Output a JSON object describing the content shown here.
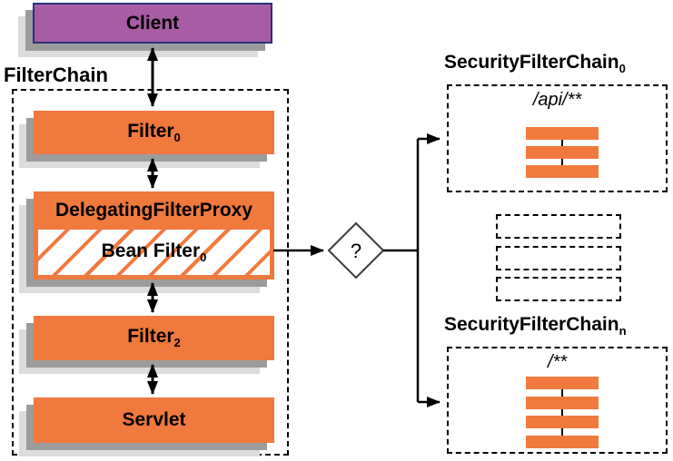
{
  "colors": {
    "orange": "#F0793D",
    "client_fill": "#A85CA3",
    "client_border": "#28327E",
    "shadow_dark": "#9C9C9C",
    "shadow_light": "#DCDCDC"
  },
  "client": {
    "label": "Client"
  },
  "filter_chain": {
    "title": "FilterChain"
  },
  "boxes": {
    "filter0": {
      "label": "Filter",
      "sub": "0"
    },
    "delegating_filter_proxy": {
      "label": "DelegatingFilterProxy"
    },
    "bean_filter": {
      "label": "Bean Filter",
      "sub": "0"
    },
    "filter2": {
      "label": "Filter",
      "sub": "2"
    },
    "servlet": {
      "label": "Servlet"
    }
  },
  "decision": {
    "label": "?"
  },
  "security_filter_chains": {
    "top": {
      "title": "SecurityFilterChain",
      "sub": "0",
      "pattern": "/api/**",
      "filter_bar_count": 3
    },
    "bottom": {
      "title": "SecurityFilterChain",
      "sub": "n",
      "pattern": "/**",
      "filter_bar_count": 4
    },
    "placeholder_count": 3
  }
}
